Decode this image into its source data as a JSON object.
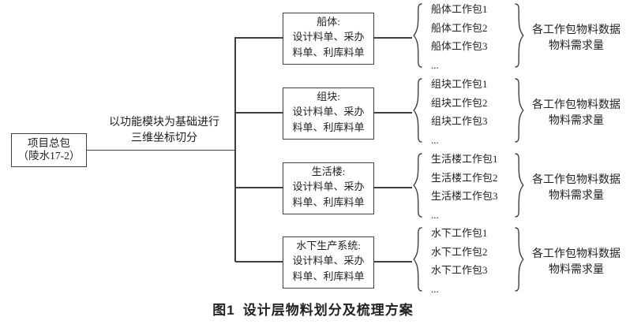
{
  "root_box": {
    "line1": "项目总包",
    "line2": "（陵水17-2）"
  },
  "branch_label": {
    "line1": "以功能模块为基础进行",
    "line2": "三维坐标切分"
  },
  "groups": [
    {
      "box_lines": [
        "船体:",
        "设计料单、采办",
        "料单、利库料单"
      ],
      "items": [
        "船体工作包1",
        "船体工作包2",
        "船体工作包3",
        "..."
      ],
      "label_lines": [
        "各工作包物料数据",
        "物料需求量"
      ]
    },
    {
      "box_lines": [
        "组块:",
        "设计料单、采办",
        "料单、利库料单"
      ],
      "items": [
        "组块工作包1",
        "组块工作包2",
        "组块工作包3",
        "..."
      ],
      "label_lines": [
        "各工作包物料数据",
        "物料需求量"
      ]
    },
    {
      "box_lines": [
        "生活楼:",
        "设计料单、采办",
        "料单、利库料单"
      ],
      "items": [
        "生活楼工作包1",
        "生活楼工作包2",
        "生活楼工作包3",
        "..."
      ],
      "label_lines": [
        "各工作包物料数据",
        "物料需求量"
      ]
    },
    {
      "box_lines": [
        "水下生产系统:",
        "设计料单、采办",
        "料单、利库料单"
      ],
      "items": [
        "水下工作包1",
        "水下工作包2",
        "水下工作包3",
        "..."
      ],
      "label_lines": [
        "各工作包物料数据",
        "物料需求量"
      ]
    }
  ],
  "caption": {
    "prefix": "图1",
    "title": "设计层物料划分及梳理方案"
  },
  "colors": {
    "line": "#3f3f3f",
    "text": "#1f1f1f",
    "background": "#ffffff"
  }
}
